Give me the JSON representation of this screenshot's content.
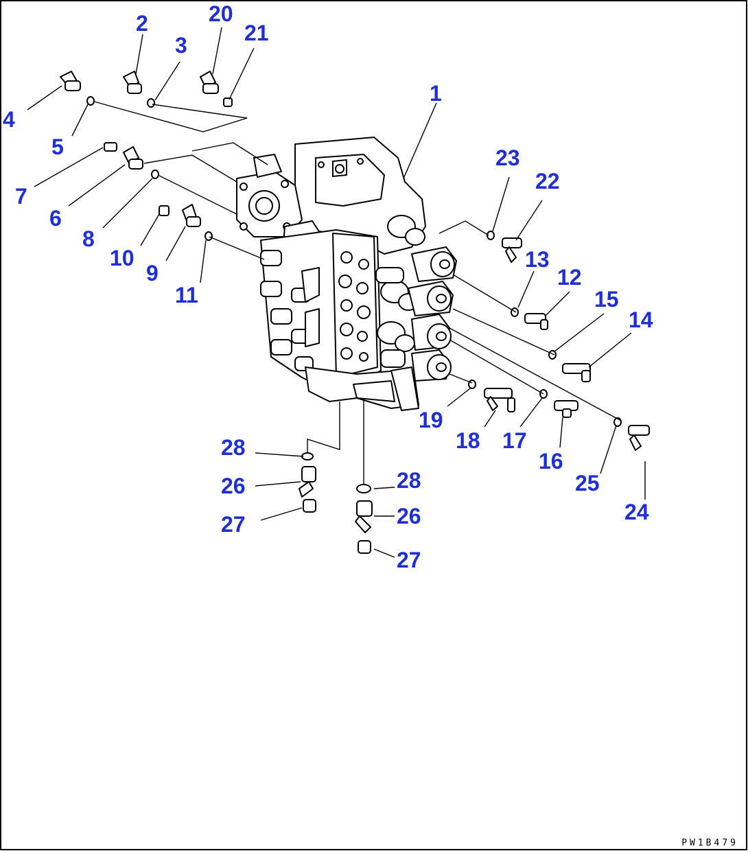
{
  "diagram": {
    "drawing_code": "PW1B479",
    "callouts": [
      "1",
      "2",
      "3",
      "4",
      "5",
      "6",
      "7",
      "8",
      "9",
      "10",
      "11",
      "12",
      "13",
      "14",
      "15",
      "16",
      "17",
      "18",
      "19",
      "20",
      "21",
      "22",
      "23",
      "24",
      "25",
      "26",
      "26",
      "27",
      "27",
      "28",
      "28"
    ],
    "colors": {
      "callout": "#1f2fd8",
      "line": "#000000",
      "background": "#ffffff"
    }
  }
}
